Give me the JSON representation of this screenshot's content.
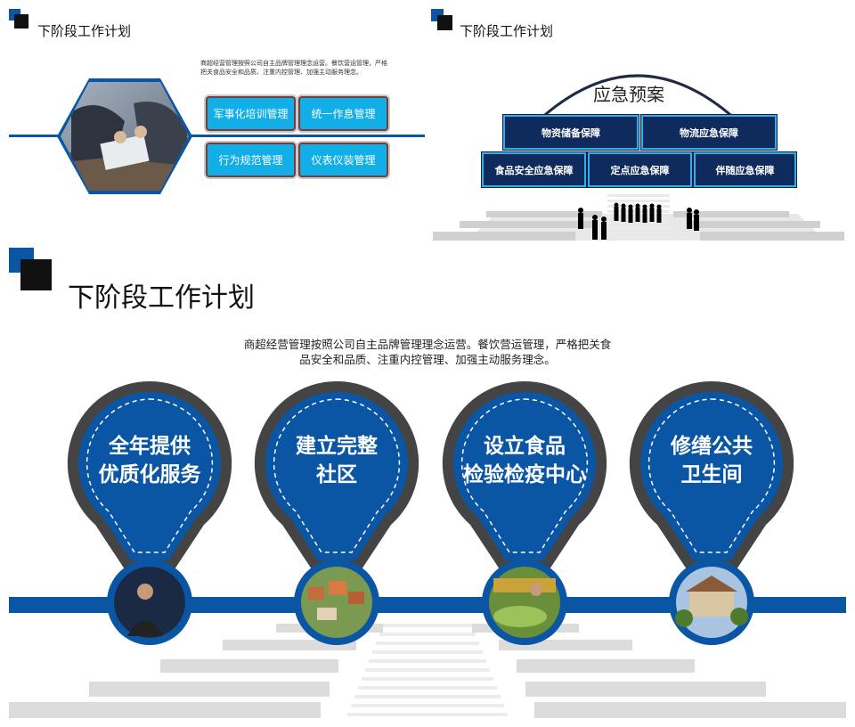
{
  "colors": {
    "brand_blue": "#0a56a4",
    "navy": "#0f2a5c",
    "cyan": "#12aee8",
    "pin_gray": "#4a4a4a",
    "road_gray": "#d9d9d9"
  },
  "panel1": {
    "title": "下阶段工作计划",
    "description": "商超经营管理按照公司自主品牌管理理念运营。餐饮营运管理，严格把关食品安全和品质、注重内控管理、加强主动服务理念。",
    "buttons": [
      "军事化培训管理",
      "统一作息管理",
      "行为规范管理",
      "仪表仪装管理"
    ],
    "photo_icon": "business-handshake-photo"
  },
  "panel2": {
    "title": "下阶段工作计划",
    "arc_title": "应急预案",
    "row1": [
      "物资储备保障",
      "物流应急保障"
    ],
    "row2": [
      "食品安全应急保障",
      "定点应急保障",
      "伴随应急保障"
    ],
    "crowd_icon": "people-silhouette"
  },
  "panel3": {
    "title": "下阶段工作计划",
    "description_line1": "商超经营管理按照公司自主品牌管理理念运营。餐饮营运管理，严格把关食",
    "description_line2": "品安全和品质、注重内控管理、加强主动服务理念。",
    "pins": [
      {
        "line1": "全年提供",
        "line2": "优质化服务",
        "photo": "businesswoman-photo"
      },
      {
        "line1": "建立完整",
        "line2": "社区",
        "photo": "community-photo"
      },
      {
        "line1": "设立食品",
        "line2": "检验检疫中心",
        "photo": "food-market-photo"
      },
      {
        "line1": "修缮公共",
        "line2": "卫生间",
        "photo": "building-photo"
      }
    ]
  }
}
